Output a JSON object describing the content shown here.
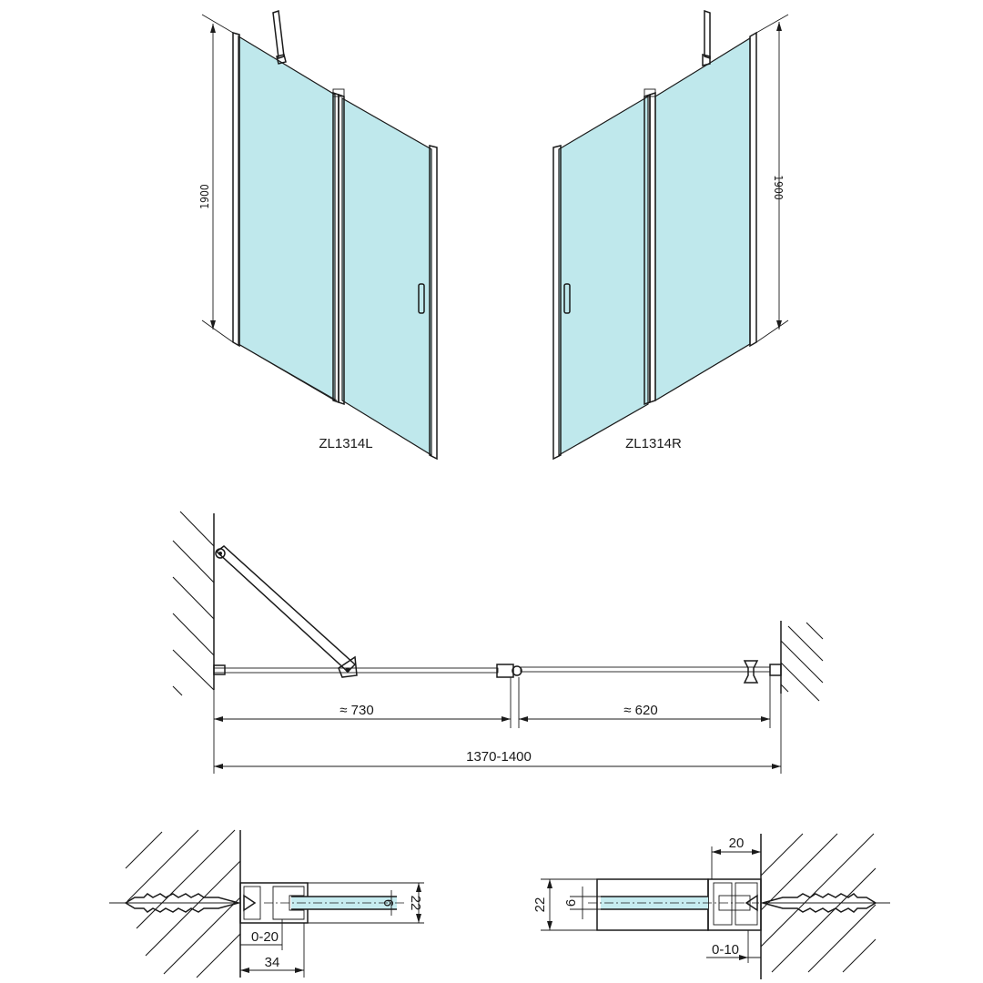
{
  "models": {
    "left": "ZL1314L",
    "right": "ZL1314R"
  },
  "heights": {
    "left": "1900",
    "right": "1900"
  },
  "plan": {
    "dim_left": "≈ 730",
    "dim_right": "≈ 620",
    "dim_total": "1370-1400"
  },
  "detail_left": {
    "adjust": "0-20",
    "width": "34",
    "glass": "6",
    "profile": "22"
  },
  "detail_right": {
    "top": "20",
    "adjust": "0-10",
    "glass": "6",
    "profile": "22"
  }
}
